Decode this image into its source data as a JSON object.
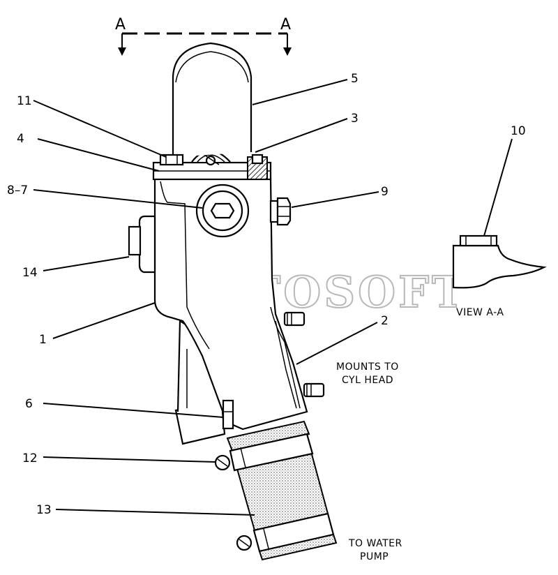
{
  "section_marker": {
    "left": "A",
    "right": "A"
  },
  "callouts": {
    "c1": "1",
    "c2": "2",
    "c3": "3",
    "c4": "4",
    "c5": "5",
    "c6": "6",
    "c87": "8–7",
    "c9": "9",
    "c10": "10",
    "c11": "11",
    "c12": "12",
    "c13": "13",
    "c14": "14"
  },
  "notes": {
    "view": "VIEW A-A",
    "mounts_line1": "MOUNTS TO",
    "mounts_line2": "CYL HEAD",
    "water_line1": "TO WATER",
    "water_line2": "PUMP"
  },
  "watermark": "AUTOSOFT"
}
